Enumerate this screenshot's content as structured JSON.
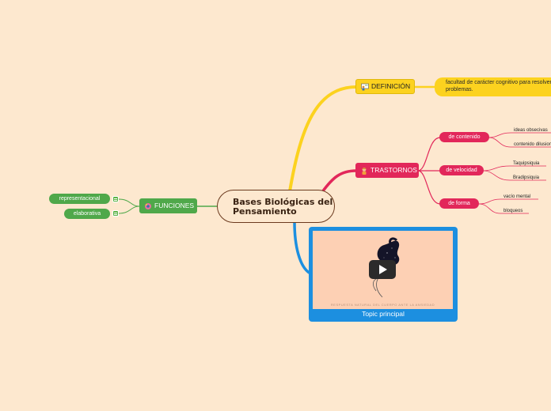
{
  "colors": {
    "background": "#fde8cf",
    "definition": "#fcd21f",
    "trastornos": "#e2275a",
    "funciones": "#4fa84a",
    "video": "#1c8fe0",
    "central_border": "#6b3a1e"
  },
  "central": {
    "title": "Bases Biológicas del Pensamiento"
  },
  "definicion": {
    "label": "DEFINICIÓN",
    "icon": "person-board-icon",
    "detail": "facultad de carácter cognitivo para resolver problemas."
  },
  "trastornos": {
    "label": "TRASTORNOS",
    "icon": "person-confused-icon",
    "groups": [
      {
        "label": "de contenido",
        "items": [
          "ideas obsecivas",
          "contenido dilusional"
        ]
      },
      {
        "label": "de velocidad",
        "items": [
          "Taquipsiquia",
          "Bradipsiquia"
        ]
      },
      {
        "label": "de forma",
        "items": [
          "vacío mental",
          "bloqueos"
        ]
      }
    ]
  },
  "funciones": {
    "label": "FUNCIONES",
    "icon": "brain-gear-icon",
    "items": [
      {
        "label": "representacional",
        "icon": "note-icon"
      },
      {
        "label": "elaborativa",
        "icon": "note-icon"
      }
    ]
  },
  "video": {
    "caption": "Topic principal",
    "thumbnail_text": "RESPUESTA NATURAL DEL CUERPO ANTE LA ANSIEDAD",
    "icon": "play-icon"
  }
}
